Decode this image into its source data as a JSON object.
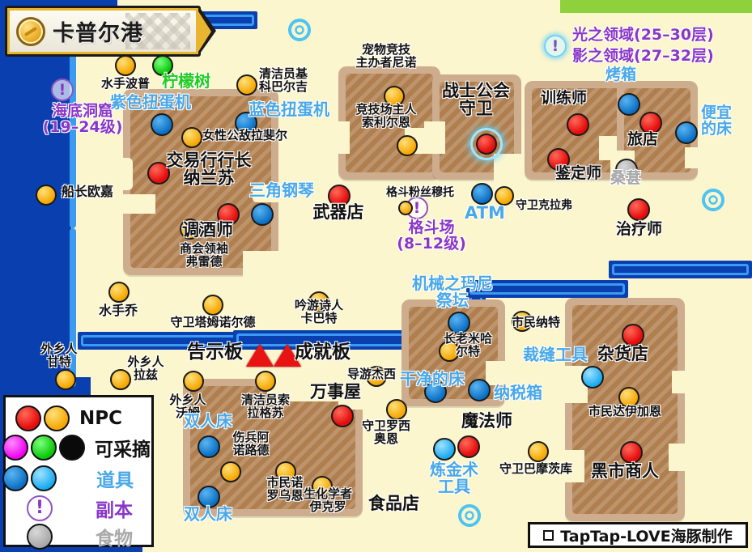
{
  "banner": {
    "title": "卡普尔港",
    "icon": "coin-icon"
  },
  "credit": {
    "text": "TapTap-LOVE海豚制作",
    "icon": "square-icon"
  },
  "legend": {
    "rows": [
      {
        "label": "NPC",
        "colors": [
          "#e50d0d",
          "#f5a600"
        ]
      },
      {
        "label": "可采摘",
        "colors": [
          "#ee00ee",
          "#06c706",
          "#0a0a0a"
        ]
      },
      {
        "label": "道具",
        "colors": [
          "#0a6fc2",
          "#19aaf0"
        ]
      },
      {
        "label": "副本",
        "colors": [
          "dungeon"
        ]
      },
      {
        "label": "食物",
        "colors": [
          "#a8a8a8"
        ]
      }
    ]
  },
  "dungeons": [
    {
      "name": "海底洞窟",
      "level": "(19–24级)"
    },
    {
      "name": "格斗场",
      "level": "(8–12级)"
    },
    {
      "name": "光之领域",
      "level": "(25–30层)"
    },
    {
      "name": "影之领域",
      "level": "(27–32层)"
    }
  ],
  "labels": {
    "npc_black": [
      "水手波普",
      "清洁员基\n科巴尔吉",
      "女性公敌拉斐尔",
      "交易行行长\n纳兰苏",
      "船长欧嘉",
      "调酒师",
      "商会领袖\n弗雷德",
      "武器店",
      "宠物竞技\n主办者尼诺",
      "竞技场主人\n索利尔恩",
      "战士公会\n守卫",
      "格斗粉丝穆托",
      "守卫克拉弗",
      "训练师",
      "鉴定师",
      "旅店",
      "治疗师",
      "水手乔",
      "守卫塔姆诺尔德",
      "吟游诗人\n卡巴特",
      "外乡人\n甘特",
      "外乡人\n拉兹",
      "外乡人\n沃姆",
      "告示板",
      "成就板",
      "清洁员索\n拉格苏",
      "万事屋",
      "导游杰西",
      "伤兵阿\n诺路德",
      "市民诺\n罗乌恩",
      "生化学者\n伊克罗",
      "食品店",
      "市民纳特",
      "长老米哈\n尔特",
      "守卫罗西\n奥恩",
      "魔法师",
      "守卫巴摩茨库",
      "杂货店",
      "市民达伊加恩",
      "黑市商人"
    ],
    "item_blue": [
      "紫色扭蛋机",
      "蓝色扭蛋机",
      "三角钢琴",
      "ATM",
      "烤箱",
      "便宜\n的床",
      "双人床",
      "机械之玛尼\n祭坛",
      "干净的床",
      "纳税箱",
      "炼金术\n工具",
      "裁缝工具"
    ],
    "pickable_green": [
      "柠檬树"
    ],
    "food_gray": [
      "桑葚"
    ]
  },
  "markers": {
    "red_count": 14,
    "yellow_count": 27,
    "blue_count": 11,
    "cyan_count": 3,
    "green_count": 1,
    "gray_count": 1
  }
}
